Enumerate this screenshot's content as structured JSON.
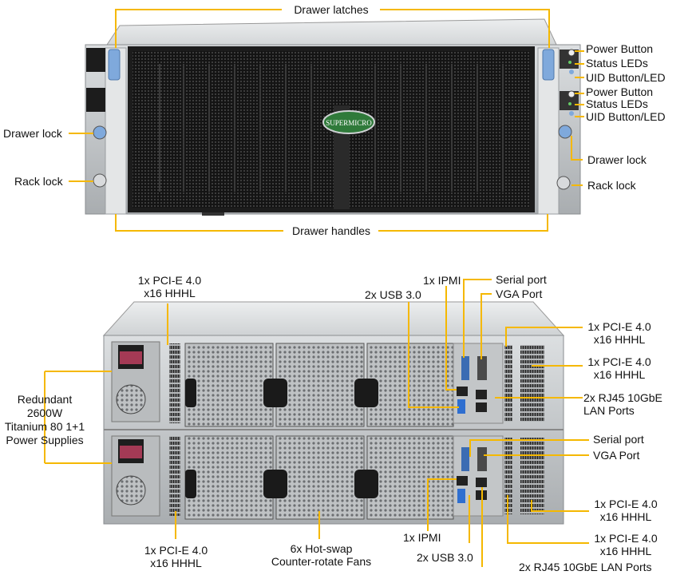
{
  "front": {
    "drawer_latches": "Drawer latches",
    "drawer_handles": "Drawer handles",
    "drawer_lock_left": "Drawer lock",
    "rack_lock_left": "Rack lock",
    "drawer_lock_right": "Drawer lock",
    "rack_lock_right": "Rack lock",
    "upper_power_button": "Power Button",
    "upper_status_leds": "Status LEDs",
    "upper_uid": "UID Button/LED",
    "lower_power_button": "Power Button",
    "lower_status_leds": "Status LEDs",
    "lower_uid": "UID Button/LED",
    "logo_text": "SUPERMICRO"
  },
  "rear": {
    "pcie_top_left": [
      "1x PCI-E 4.0",
      "x16 HHHL"
    ],
    "usb_top": "2x USB 3.0",
    "ipmi_top": "1x IPMI",
    "serial_top": "Serial port",
    "vga_top": "VGA Port",
    "pcie_right_1": [
      "1x PCI-E 4.0",
      "x16 HHHL"
    ],
    "pcie_right_2": [
      "1x PCI-E 4.0",
      "x16 HHHL"
    ],
    "rj45_top": [
      "2x RJ45 10GbE",
      "LAN Ports"
    ],
    "psu": [
      "Redundant",
      "2600W",
      "Titanium 80 1+1",
      "Power Supplies"
    ],
    "serial_bottom": "Serial port",
    "vga_bottom": "VGA Port",
    "pcie_right_3": [
      "1x PCI-E 4.0",
      "x16 HHHL"
    ],
    "pcie_right_4": [
      "1x PCI-E 4.0",
      "x16 HHHL"
    ],
    "ipmi_bottom": "1x IPMI",
    "usb_bottom": "2x USB 3.0",
    "rj45_bottom": "2x RJ45 10GbE LAN Ports",
    "pcie_bottom_left": [
      "1x PCI-E 4.0",
      "x16 HHHL"
    ],
    "fans": [
      "6x Hot-swap",
      "Counter-rotate  Fans"
    ]
  },
  "colors": {
    "callout_line": "#f5b800",
    "chassis": "#c9ccce",
    "grille": "#151515",
    "latch_blue": "#7fa9dc"
  }
}
